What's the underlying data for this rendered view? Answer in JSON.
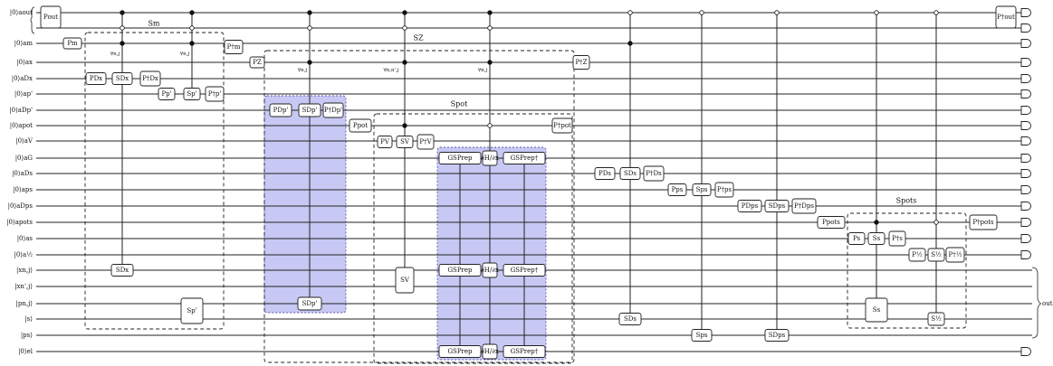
{
  "registers": [
    "|0⟩aout",
    "",
    "|0⟩am",
    "|0⟩ax",
    "|0⟩aDx",
    "|0⟩ap'",
    "|0⟩aDp'",
    "|0⟩apot",
    "|0⟩aV",
    "|0⟩aG",
    "|0⟩aDs",
    "|0⟩aps",
    "|0⟩aDps",
    "|0⟩apots",
    "|0⟩as",
    "|0⟩a½",
    "|xn,j⟩",
    "|xn',j⟩",
    "|pn,j⟩",
    "|s⟩",
    "|ps⟩",
    "|0⟩el"
  ],
  "output_label": "out",
  "group_labels": {
    "sm": "Sm",
    "sz": "SZ",
    "spot": "Spot",
    "spots": "Spots"
  },
  "notes": {
    "forall_nj": "∀n,j",
    "forall_nnj": "∀n,n',j"
  },
  "gates": {
    "pout": "Pout",
    "pout_dag": "P†out",
    "pm": "Pm",
    "pm_dag": "P†m",
    "pz": "PZ",
    "pz_dag": "P†Z",
    "pdx": "PDx",
    "sdx": "SDx",
    "pdx_dag": "P†Dx",
    "pp": "Pp'",
    "sp": "Sp'",
    "pp_dag": "P†p'",
    "pdp": "PDp'",
    "sdp": "SDp'",
    "pdp_dag": "P†Dp'",
    "ppot": "Ppot",
    "ppot_dag": "P†pot",
    "pv": "PV",
    "sv": "SV",
    "pv_dag": "P†V",
    "gsprep": "GSPrep",
    "dhdx": "∂H/∂x",
    "gsprep_dag": "GSPrep†",
    "pds": "PDs",
    "sds": "SDs",
    "pds_dag": "P†Ds",
    "pps": "Pps",
    "sps": "Sps",
    "pps_dag": "P†ps",
    "pdps": "PDps",
    "sdps": "SDps",
    "pdps_dag": "P†Dps",
    "ppots": "Ppots",
    "ppots_dag": "P†pots",
    "ps": "Ps",
    "ss": "Ss",
    "ps_dag": "P†s",
    "ph": "P½",
    "sh": "S½",
    "ph_dag": "P†½"
  },
  "measure_rows": [
    0,
    1,
    2,
    3,
    4,
    5,
    6,
    7,
    8,
    9,
    10,
    11,
    12,
    13,
    14,
    15,
    21
  ],
  "colors": {
    "highlight": "#c8c8f4",
    "wire": "#222222"
  }
}
